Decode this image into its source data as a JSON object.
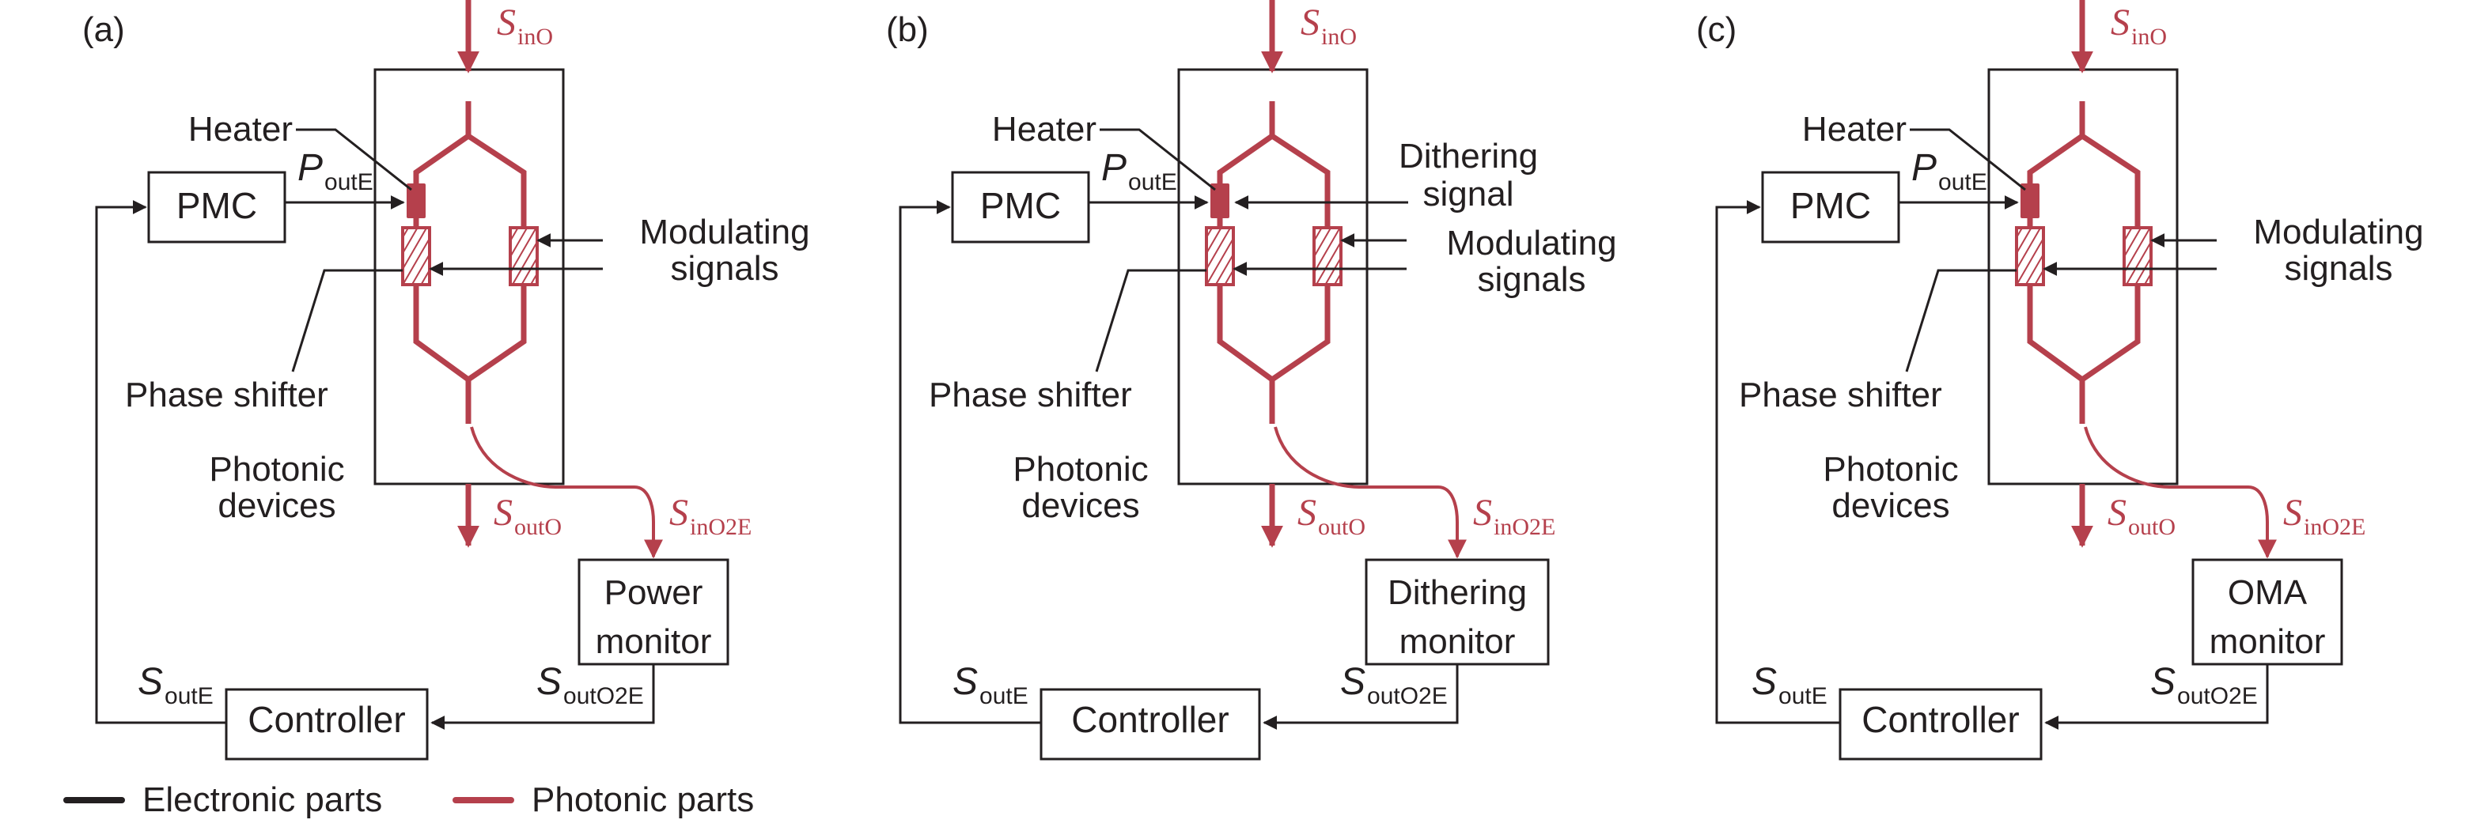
{
  "colors": {
    "electronic": "#231f20",
    "photonic": "#b5404c"
  },
  "panels": [
    {
      "id": "a",
      "label": "(a)",
      "heater": "Heater",
      "pmc": "PMC",
      "p_out": {
        "main": "P",
        "sub": "outE"
      },
      "side_signals": [
        {
          "line1": "Modulating",
          "line2": "signals"
        }
      ],
      "phase_shifter": "Phase shifter",
      "photonic_devices": {
        "line1": "Photonic",
        "line2": "devices"
      },
      "s_in_o": {
        "main": "S",
        "sub": "inO"
      },
      "s_out_o": {
        "main": "S",
        "sub": "outO"
      },
      "s_in_o2e": {
        "main": "S",
        "sub": "inO2E"
      },
      "s_out_o2e": {
        "main": "S",
        "sub": "outO2E"
      },
      "s_out_e": {
        "main": "S",
        "sub": "outE"
      },
      "monitor": {
        "line1": "Power",
        "line2": "monitor"
      },
      "controller": "Controller"
    },
    {
      "id": "b",
      "label": "(b)",
      "heater": "Heater",
      "pmc": "PMC",
      "p_out": {
        "main": "P",
        "sub": "outE"
      },
      "dithering_signal": {
        "line1": "Dithering",
        "line2": "signal"
      },
      "side_signals": [
        {
          "line1": "Modulating",
          "line2": "signals"
        }
      ],
      "phase_shifter": "Phase shifter",
      "photonic_devices": {
        "line1": "Photonic",
        "line2": "devices"
      },
      "s_in_o": {
        "main": "S",
        "sub": "inO"
      },
      "s_out_o": {
        "main": "S",
        "sub": "outO"
      },
      "s_in_o2e": {
        "main": "S",
        "sub": "inO2E"
      },
      "s_out_o2e": {
        "main": "S",
        "sub": "outO2E"
      },
      "s_out_e": {
        "main": "S",
        "sub": "outE"
      },
      "monitor": {
        "line1": "Dithering",
        "line2": "monitor"
      },
      "controller": "Controller"
    },
    {
      "id": "c",
      "label": "(c)",
      "heater": "Heater",
      "pmc": "PMC",
      "p_out": {
        "main": "P",
        "sub": "outE"
      },
      "side_signals": [
        {
          "line1": "Modulating",
          "line2": "signals"
        }
      ],
      "phase_shifter": "Phase shifter",
      "photonic_devices": {
        "line1": "Photonic",
        "line2": "devices"
      },
      "s_in_o": {
        "main": "S",
        "sub": "inO"
      },
      "s_out_o": {
        "main": "S",
        "sub": "outO"
      },
      "s_in_o2e": {
        "main": "S",
        "sub": "inO2E"
      },
      "s_out_o2e": {
        "main": "S",
        "sub": "outO2E"
      },
      "s_out_e": {
        "main": "S",
        "sub": "outE"
      },
      "monitor": {
        "line1": "OMA",
        "line2": "monitor"
      },
      "controller": "Controller"
    }
  ],
  "legend": [
    {
      "label": "Electronic parts",
      "kind": "electronic"
    },
    {
      "label": "Photonic parts",
      "kind": "photonic"
    }
  ]
}
